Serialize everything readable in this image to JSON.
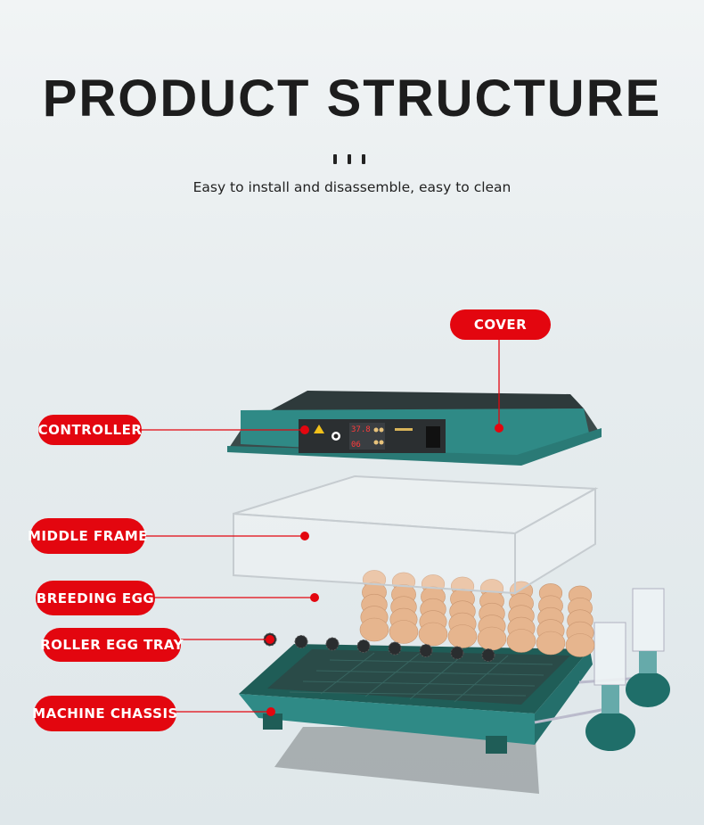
{
  "header": {
    "title": "PRODUCT STRUCTURE",
    "subtitle": "Easy to install and disassemble, easy to clean"
  },
  "labels": {
    "cover": "COVER",
    "controller": "CONTROLLER",
    "middle_frame": "MIDDLE FRAME",
    "breeding_egg": "BREEDING EGG",
    "roller_egg_tray": "ROLLER EGG TRAY",
    "machine_chassis": "MACHINE CHASSIS"
  },
  "display": {
    "temperature": "37.8",
    "humidity": "06"
  },
  "colors": {
    "label_red": "#e3060f",
    "body_teal": "#2f8a86",
    "panel_dark": "#2b2f31",
    "egg": "#e6b58e"
  }
}
